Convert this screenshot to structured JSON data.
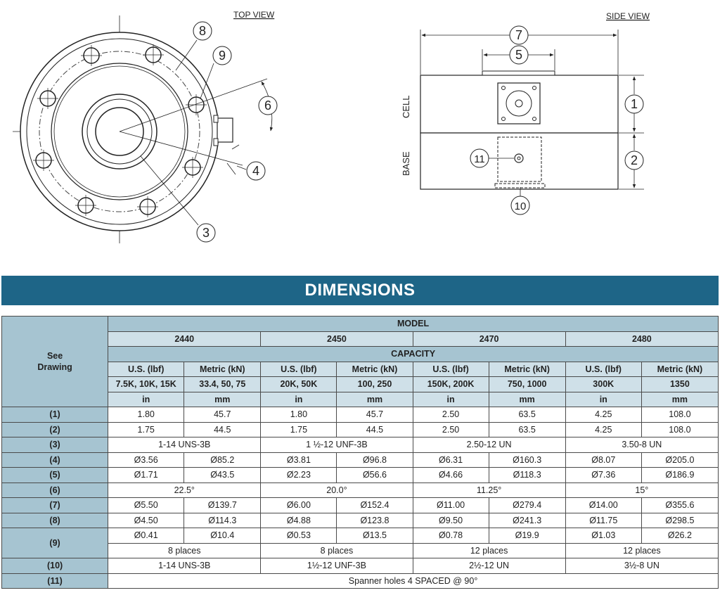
{
  "drawing": {
    "top_view_label": "TOP VIEW",
    "side_view_label": "SIDE VIEW",
    "cell_label": "CELL",
    "base_label": "BASE",
    "callouts": [
      "1",
      "2",
      "3",
      "4",
      "5",
      "6",
      "7",
      "8",
      "9",
      "10",
      "11"
    ]
  },
  "banner": {
    "title": "DIMENSIONS"
  },
  "table": {
    "see_drawing_line1": "See",
    "see_drawing_line2": "Drawing",
    "model_label": "MODEL",
    "capacity_label": "CAPACITY",
    "models": [
      "2440",
      "2450",
      "2470",
      "2480"
    ],
    "unit_headers": [
      "U.S. (lbf)",
      "Metric (kN)",
      "U.S. (lbf)",
      "Metric (kN)",
      "U.S. (lbf)",
      "Metric (kN)",
      "U.S. (lbf)",
      "Metric (kN)"
    ],
    "capacities": [
      "7.5K, 10K, 15K",
      "33.4, 50, 75",
      "20K, 50K",
      "100, 250",
      "150K, 200K",
      "750, 1000",
      "300K",
      "1350"
    ],
    "units": [
      "in",
      "mm",
      "in",
      "mm",
      "in",
      "mm",
      "in",
      "mm"
    ],
    "rows": {
      "r1": {
        "label": "(1)",
        "v": [
          "1.80",
          "45.7",
          "1.80",
          "45.7",
          "2.50",
          "63.5",
          "4.25",
          "108.0"
        ]
      },
      "r2": {
        "label": "(2)",
        "v": [
          "1.75",
          "44.5",
          "1.75",
          "44.5",
          "2.50",
          "63.5",
          "4.25",
          "108.0"
        ]
      },
      "r3": {
        "label": "(3)",
        "v": [
          "1-14 UNS-3B",
          "1 ½-12 UNF-3B",
          "2.50-12 UN",
          "3.50-8 UN"
        ]
      },
      "r4": {
        "label": "(4)",
        "v": [
          "Ø3.56",
          "Ø85.2",
          "Ø3.81",
          "Ø96.8",
          "Ø6.31",
          "Ø160.3",
          "Ø8.07",
          "Ø205.0"
        ]
      },
      "r5": {
        "label": "(5)",
        "v": [
          "Ø1.71",
          "Ø43.5",
          "Ø2.23",
          "Ø56.6",
          "Ø4.66",
          "Ø118.3",
          "Ø7.36",
          "Ø186.9"
        ]
      },
      "r6": {
        "label": "(6)",
        "v": [
          "22.5°",
          "20.0°",
          "11.25°",
          "15°"
        ]
      },
      "r7": {
        "label": "(7)",
        "v": [
          "Ø5.50",
          "Ø139.7",
          "Ø6.00",
          "Ø152.4",
          "Ø11.00",
          "Ø279.4",
          "Ø14.00",
          "Ø355.6"
        ]
      },
      "r8": {
        "label": "(8)",
        "v": [
          "Ø4.50",
          "Ø114.3",
          "Ø4.88",
          "Ø123.8",
          "Ø9.50",
          "Ø241.3",
          "Ø11.75",
          "Ø298.5"
        ]
      },
      "r9": {
        "label": "(9)",
        "v": [
          "Ø0.41",
          "Ø10.4",
          "Ø0.53",
          "Ø13.5",
          "Ø0.78",
          "Ø19.9",
          "Ø1.03",
          "Ø26.2"
        ],
        "places": [
          "8 places",
          "8 places",
          "12 places",
          "12 places"
        ]
      },
      "r10": {
        "label": "(10)",
        "v": [
          "1-14 UNS-3B",
          "1½-12 UNF-3B",
          "2½-12 UN",
          "3½-8 UN"
        ]
      },
      "r11": {
        "label": "(11)",
        "v": "Spanner holes 4 SPACED @ 90°"
      }
    }
  }
}
